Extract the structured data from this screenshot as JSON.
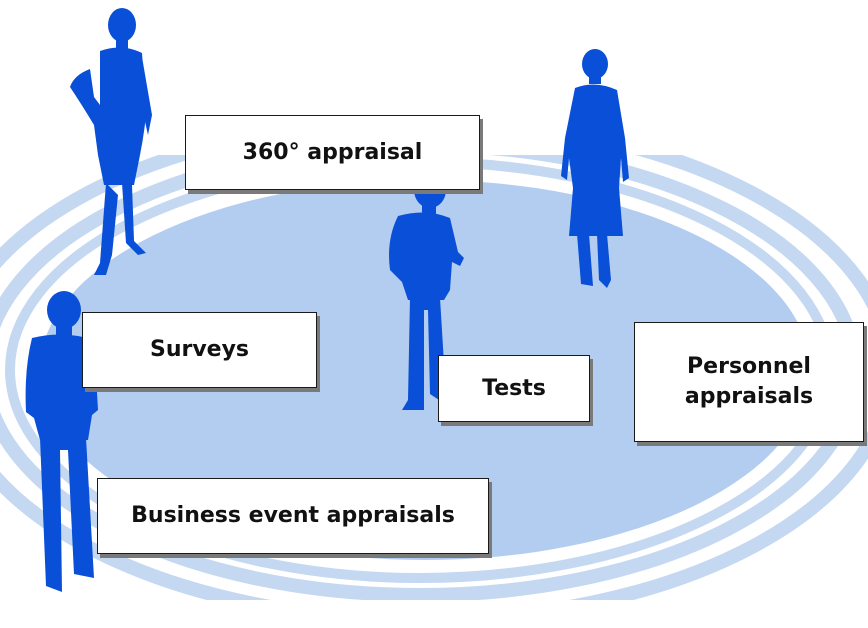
{
  "colors": {
    "figure": "#0a4fd8",
    "ellipse": "#b3cdf0",
    "rings": "#c4d8f2",
    "box_bg": "#ffffff",
    "box_border": "#1a1a1a",
    "box_shadow": "#7a7a7a"
  },
  "labels": {
    "appraisal_360": "360° appraisal",
    "surveys": "Surveys",
    "tests": "Tests",
    "personnel_line1": "Personnel",
    "personnel_line2": "appraisals",
    "business_event": "Business event appraisals"
  },
  "figures": [
    {
      "name": "person-figure-standing-hand-on-hip",
      "icon": "woman-silhouette-icon"
    },
    {
      "name": "person-figure-center",
      "icon": "man-silhouette-icon"
    },
    {
      "name": "person-figure-right",
      "icon": "woman-coat-silhouette-icon"
    },
    {
      "name": "person-figure-left",
      "icon": "man-suit-silhouette-icon"
    }
  ]
}
